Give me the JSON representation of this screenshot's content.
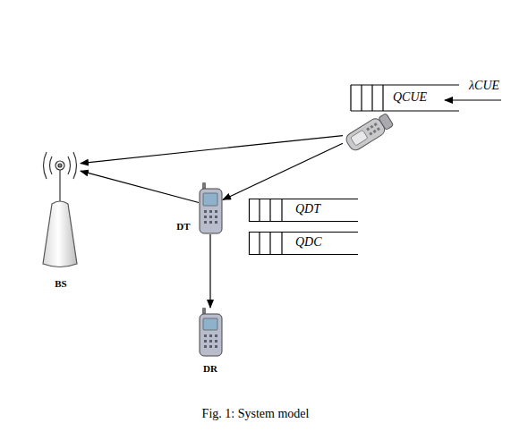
{
  "diagram": {
    "caption": "Fig. 1: System model",
    "nodes": [
      {
        "text": [
          "BS"
        ]
      },
      {
        "text": [
          "QCUE"
        ]
      },
      {
        "text": [
          "DT"
        ]
      },
      {
        "text": [
          "QDT"
        ]
      },
      {
        "text": [
          "QDC"
        ]
      },
      {
        "text": [
          "DR"
        ]
      }
    ],
    "edges": [
      {
        "from": 1,
        "to": 0,
        "arrow": "to"
      },
      {
        "from": 1,
        "to": 2,
        "arrow": "to"
      },
      {
        "from": 2,
        "to": 0,
        "arrow": "to"
      },
      {
        "from": 2,
        "to": 5,
        "arrow": "to"
      }
    ],
    "labels": [
      "λCUE"
    ]
  }
}
